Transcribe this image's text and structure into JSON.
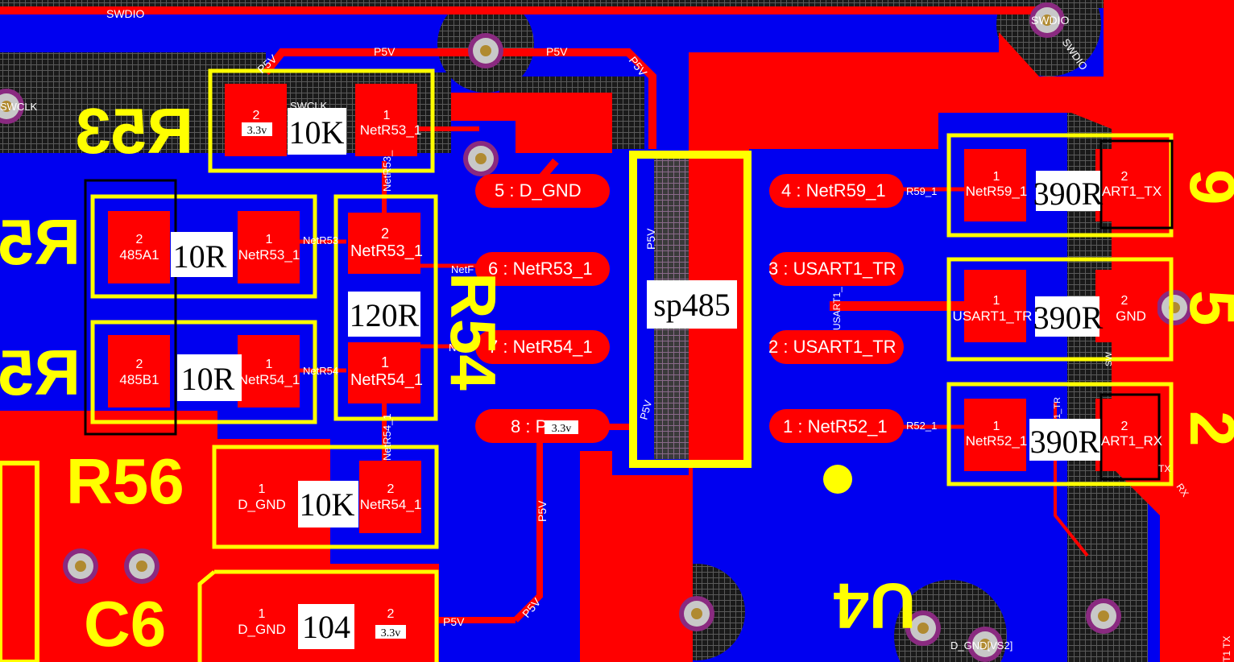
{
  "colors": {
    "background": "#0000f0",
    "copper_top": "#ff0000",
    "silkscreen": "#ffff00",
    "ground_hatch": "#1a1a1a",
    "via_ring": "#7a1f6e",
    "pad_text": "#ffffff",
    "value_text": "#000000"
  },
  "nets": {
    "swdio_top": "SWDIO",
    "swdio_via": "SWDIO",
    "swdio_diag": "SWDIO",
    "swclk_via": "SWCLK",
    "swclk": "SWCLK",
    "p5v_a": "P5V",
    "p5v_b": "P5V",
    "p5v_c": "P5V",
    "p5v_d": "P5V",
    "p5v_e": "P5V",
    "p5v_f": "P5V",
    "p5v_g": "P5V",
    "p5v_h": "P5V",
    "p5v_i": "P5V",
    "netr53_v": "NetR53_",
    "netr54_v": "NetR54_1",
    "netr53_s": "NetR53",
    "netr54_s": "NetR54",
    "netr_a": "NetF",
    "netr_b": "NetF",
    "r59": "R59_1",
    "r52": "R52_1",
    "usart_v": "USART1_",
    "usart1_tr": "1_TR",
    "tx_label": "TX",
    "rx_label": "RX",
    "t1tx": "T1 TX",
    "sw_label": "SW",
    "dgnd": "D_GND[VS2]"
  },
  "u4_pins": [
    {
      "label": "5 : D_GND"
    },
    {
      "label": "6 : NetR53_1"
    },
    {
      "label": "7 : NetR54_1"
    },
    {
      "label": "8 : P"
    },
    {
      "label": "4 : NetR59_1"
    },
    {
      "label": "3 : USART1_TR"
    },
    {
      "label": "2 : USART1_TR"
    },
    {
      "label": "1 : NetR52_1"
    }
  ],
  "components": {
    "r53": {
      "designator": "R53",
      "value": "10K",
      "pin2": "2",
      "pin2_net": "3.3v",
      "pin1": "1",
      "pin1_net": "NetR53_1"
    },
    "r55a": {
      "designator": "R5",
      "value": "10R",
      "pin2": "2",
      "pin2_net": "485A1",
      "pin1": "1",
      "pin1_net": "NetR53_1"
    },
    "r55b": {
      "designator": "R5",
      "value": "10R",
      "pin2": "2",
      "pin2_net": "485B1",
      "pin1": "1",
      "pin1_net": "NetR54_1"
    },
    "r54": {
      "designator": "R54",
      "value": "120R",
      "pin2": "2",
      "pin2_net": "NetR53_1",
      "pin1": "1",
      "pin1_net": "NetR54_1"
    },
    "r56": {
      "designator": "R56",
      "value": "10K",
      "pin1": "1",
      "pin1_net": "D_GND",
      "pin2": "2",
      "pin2_net": "NetR54_1"
    },
    "c6": {
      "designator": "C6",
      "value": "104",
      "pin1": "1",
      "pin1_net": "D_GND",
      "pin2": "2",
      "pin2_net": "3.3v"
    },
    "u4": {
      "designator": "U4",
      "value": "sp485",
      "pin8_net": "3.3v"
    },
    "r59": {
      "designator": "9",
      "value": "390R",
      "pin1": "1",
      "pin1_net": "NetR59_1",
      "pin2": "2",
      "pin2_net": "ART1_TX"
    },
    "r5x": {
      "designator": "5",
      "value": "390R",
      "pin1": "1",
      "pin1_net": "USART1_TR",
      "pin2": "2",
      "pin2_net": "GND"
    },
    "r52": {
      "designator": "2",
      "value": "390R",
      "pin1": "1",
      "pin1_net": "NetR52_1",
      "pin2": "2",
      "pin2_net": "ART1_RX"
    }
  }
}
